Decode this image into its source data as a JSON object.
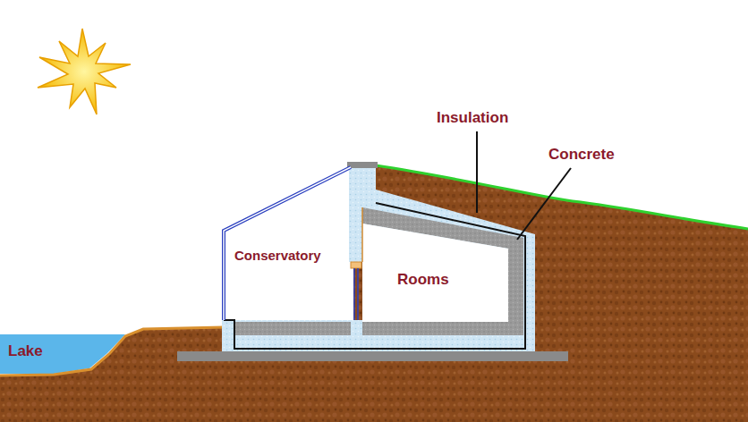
{
  "diagram": {
    "labels": [
      "Insulation",
      "Concrete",
      "Conservatory",
      "Rooms",
      "Lake"
    ]
  }
}
